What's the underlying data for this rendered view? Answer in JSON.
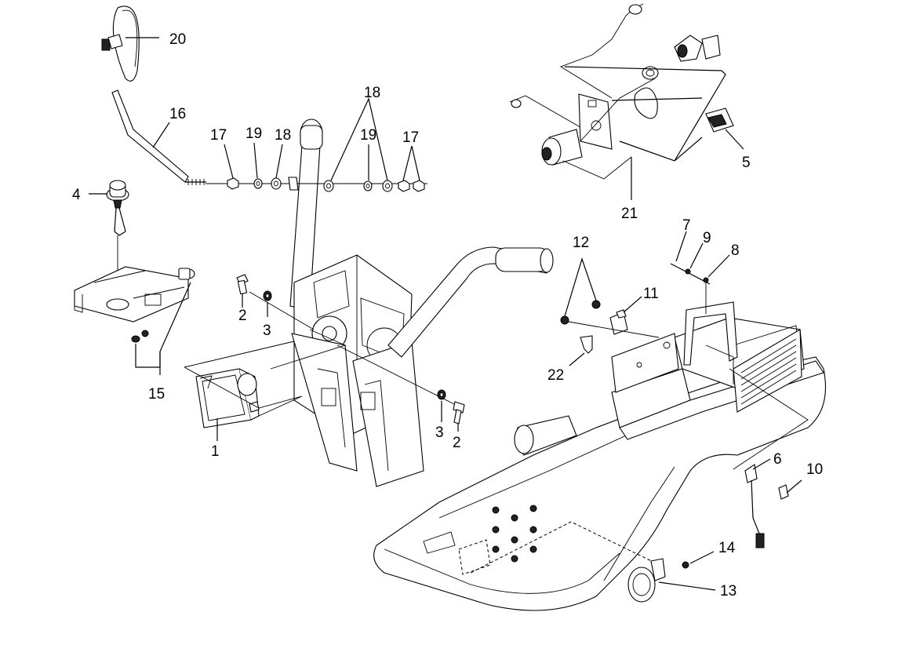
{
  "diagram": {
    "callouts": {
      "c1": "1",
      "c2a": "2",
      "c2b": "2",
      "c3a": "3",
      "c3b": "3",
      "c4": "4",
      "c5": "5",
      "c6": "6",
      "c7": "7",
      "c8": "8",
      "c9": "9",
      "c10": "10",
      "c11": "11",
      "c12": "12",
      "c13": "13",
      "c14": "14",
      "c15": "15",
      "c16": "16",
      "c17a": "17",
      "c17b": "17",
      "c18a": "18",
      "c18b": "18",
      "c19a": "19",
      "c19b": "19",
      "c20": "20",
      "c21": "21",
      "c22": "22"
    }
  }
}
